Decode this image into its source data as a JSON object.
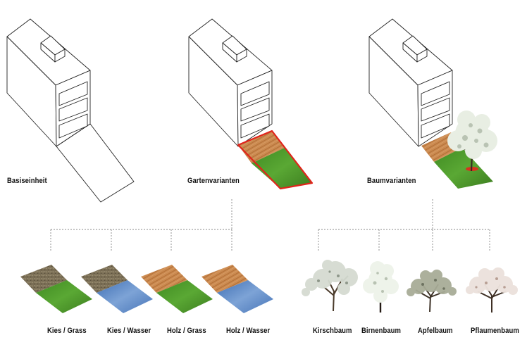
{
  "units": [
    {
      "label": "Basiseinheit"
    },
    {
      "label": "Gartenvarianten"
    },
    {
      "label": "Baumvarianten"
    }
  ],
  "garden_variants": [
    {
      "label": "Kies / Grass",
      "top": "gravel",
      "bottom": "grass"
    },
    {
      "label": "Kies / Wasser",
      "top": "gravel",
      "bottom": "water"
    },
    {
      "label": "Holz / Grass",
      "top": "wood",
      "bottom": "grass"
    },
    {
      "label": "Holz / Wasser",
      "top": "wood",
      "bottom": "water"
    }
  ],
  "tree_variants": [
    {
      "label": "Kirschbaum",
      "blossom": "#d8ddd4"
    },
    {
      "label": "Birnenbaum",
      "blossom": "#eef3ea"
    },
    {
      "label": "Apfelbaum",
      "blossom": "#a9ad98"
    },
    {
      "label": "Pflaumenbaum",
      "blossom": "#eae0da"
    }
  ],
  "colors": {
    "outline": "#222222",
    "highlight": "#e0241b",
    "grass": "#4f9a2c",
    "water": "#5b86c2",
    "wood": "#c9884f",
    "gravel": "#7d7157",
    "connector": "#888888"
  }
}
